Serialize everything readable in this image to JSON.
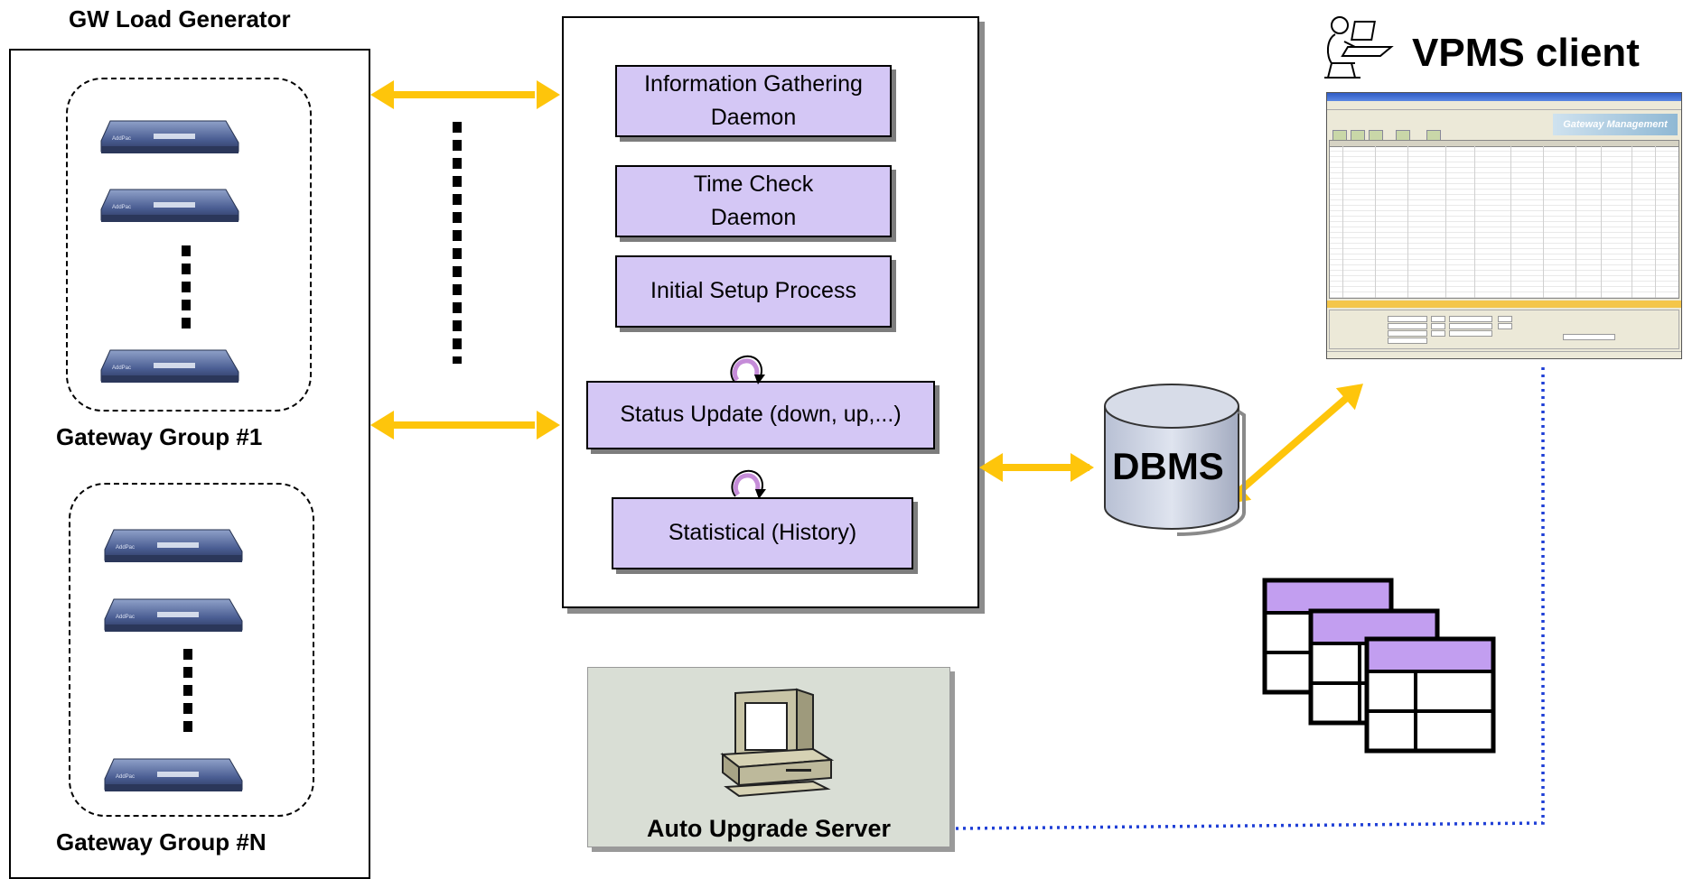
{
  "load_generator": {
    "title": "GW Load Generator",
    "groups": [
      {
        "label": "Gateway Group #1"
      },
      {
        "label": "Gateway Group #N"
      }
    ]
  },
  "server": {
    "processes": [
      {
        "label": "Information Gathering\nDaemon"
      },
      {
        "label": "Time Check\nDaemon"
      },
      {
        "label": "Initial Setup Process"
      },
      {
        "label": "Status Update (down, up,...)"
      },
      {
        "label": "Statistical (History)"
      }
    ]
  },
  "auto_upgrade": {
    "label": "Auto Upgrade Server"
  },
  "dbms": {
    "label": "DBMS"
  },
  "vpms": {
    "label": "VPMS client",
    "window_banner": "Gateway Management"
  },
  "colors": {
    "arrow": "#fec50b",
    "process_fill": "#d4c7f5",
    "table_header": "#c29ef0",
    "dotted_link": "#1f3fd6",
    "server_panel": "#d9ded5"
  },
  "icons": [
    "gateway-device-icon",
    "desktop-computer-icon",
    "database-cylinder-icon",
    "user-at-computer-icon",
    "refresh-loop-icon",
    "table-sheet-icon"
  ]
}
